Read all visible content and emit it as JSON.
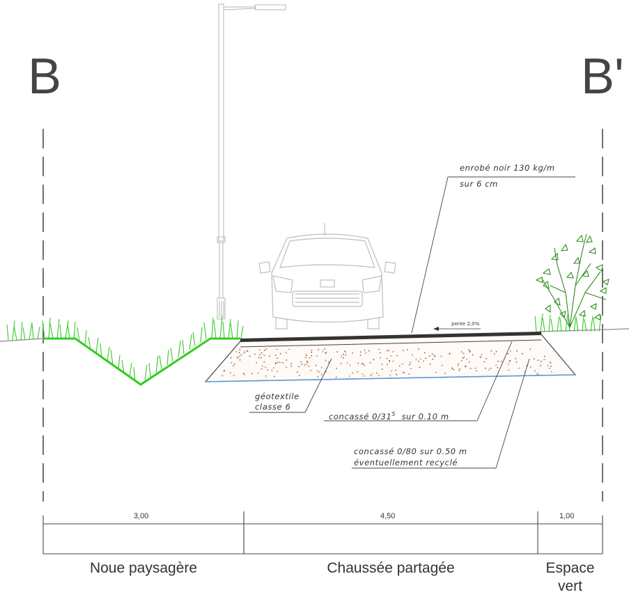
{
  "section": {
    "start": "B",
    "end": "B'"
  },
  "annotations": {
    "enrobe_line1": "enrobé noir 130 kg/m",
    "enrobe_line2": "sur 6 cm",
    "pente": "pente 2,0%",
    "geotextile_line1": "géotextile",
    "geotextile_line2": "classe 6",
    "concasse_031_main": "concassé 0/31",
    "concasse_031_sup": "5",
    "concasse_031_rest": "sur 0.10 m",
    "concasse_080_line1": "concassé 0/80 sur 0.50 m",
    "concasse_080_line2": "éventuellement recyclé"
  },
  "dimensions": [
    "3,00",
    "4,50",
    "1,00"
  ],
  "zones": {
    "noue": "Noue paysagère",
    "chaussee": "Chaussée partagée",
    "espace_line1": "Espace",
    "espace_line2": "vert"
  },
  "colors": {
    "grass": "#33cc22",
    "grass_dark": "#2a9a1a",
    "shrub": "#2e8b1e",
    "geotextile": "#5b9bd5",
    "gravel": "#a0522d",
    "asphalt": "#333333",
    "line": "#444444"
  }
}
